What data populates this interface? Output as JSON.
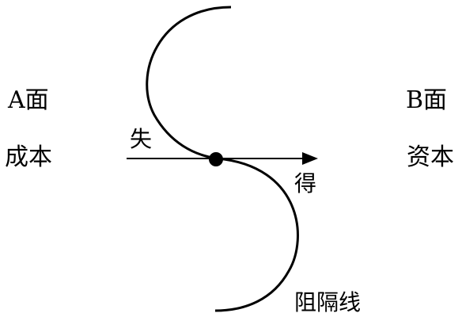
{
  "labels": {
    "a_face": "A面",
    "cost": "成本",
    "b_face": "B面",
    "capital": "资本",
    "loss": "失",
    "gain": "得",
    "barrier_line": "阻隔线"
  },
  "colors": {
    "stroke": "#000000",
    "background": "#ffffff"
  }
}
